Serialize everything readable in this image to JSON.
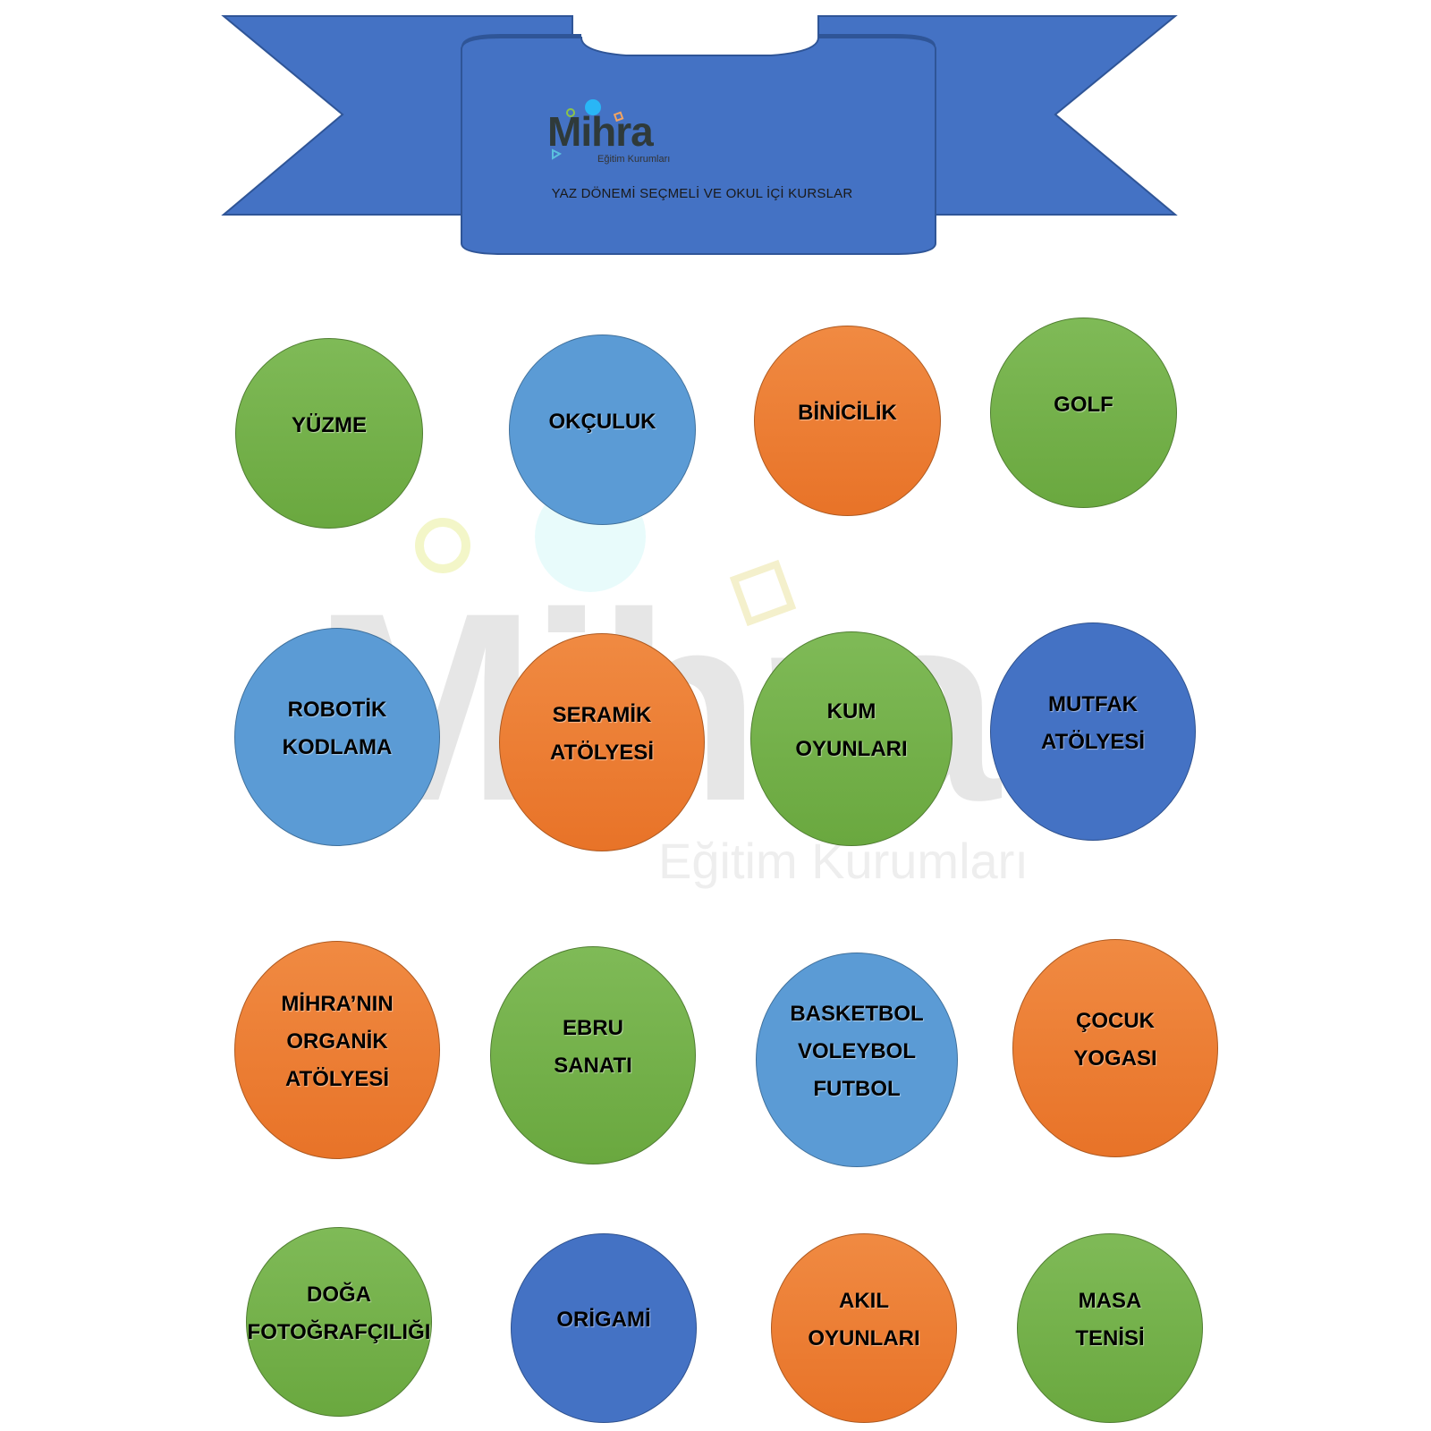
{
  "colors": {
    "banner": "#4472c4",
    "banner_dark": "#2f5597",
    "green": "#70ad47",
    "light_blue": "#5b9bd5",
    "orange": "#ed7d31",
    "dark_blue": "#4472c4",
    "green_border": "#507e32",
    "light_blue_border": "#41719c",
    "orange_border": "#ae5a21",
    "dark_blue_border": "#2f528f"
  },
  "header": {
    "logo_text": "Mihra",
    "logo_subtitle": "Eğitim Kurumları",
    "subtitle": "YAZ DÖNEMİ SEÇMELİ  VE OKUL İÇİ KURSLAR"
  },
  "watermark": {
    "logo_text": "Mihra",
    "logo_subtitle": "Eğitim Kurumları"
  },
  "courses": [
    {
      "lines": [
        "YÜZME"
      ],
      "color": "green",
      "icon": "course-circle"
    },
    {
      "lines": [
        "OKÇULUK"
      ],
      "color": "light_blue",
      "icon": "course-circle"
    },
    {
      "lines": [
        "BİNİCİLİK"
      ],
      "color": "orange",
      "icon": "course-circle"
    },
    {
      "lines": [
        "GOLF"
      ],
      "color": "green",
      "icon": "course-circle"
    },
    {
      "lines": [
        "ROBOTİK",
        "KODLAMA"
      ],
      "color": "light_blue",
      "icon": "course-circle"
    },
    {
      "lines": [
        "SERAMİK",
        "ATÖLYESİ"
      ],
      "color": "orange",
      "icon": "course-circle"
    },
    {
      "lines": [
        "KUM",
        "OYUNLARI"
      ],
      "color": "green",
      "icon": "course-circle"
    },
    {
      "lines": [
        "MUTFAK",
        "ATÖLYESİ"
      ],
      "color": "dark_blue",
      "icon": "course-circle"
    },
    {
      "lines": [
        "MİHRA’NIN",
        "ORGANİK",
        "ATÖLYESİ"
      ],
      "color": "orange",
      "icon": "course-circle"
    },
    {
      "lines": [
        "EBRU",
        "SANATI"
      ],
      "color": "green",
      "icon": "course-circle"
    },
    {
      "lines": [
        "BASKETBOL",
        "VOLEYBOL",
        "FUTBOL"
      ],
      "color": "light_blue",
      "icon": "course-circle"
    },
    {
      "lines": [
        "ÇOCUK",
        "YOGASI"
      ],
      "color": "orange",
      "icon": "course-circle"
    },
    {
      "lines": [
        "DOĞA",
        "FOTOĞRAFÇILIĞI"
      ],
      "color": "green",
      "icon": "course-circle"
    },
    {
      "lines": [
        "ORİGAMİ"
      ],
      "color": "dark_blue",
      "icon": "course-circle"
    },
    {
      "lines": [
        "AKIL",
        "OYUNLARI"
      ],
      "color": "orange",
      "icon": "course-circle"
    },
    {
      "lines": [
        "MASA",
        "TENİSİ"
      ],
      "color": "green",
      "icon": "course-circle"
    }
  ]
}
